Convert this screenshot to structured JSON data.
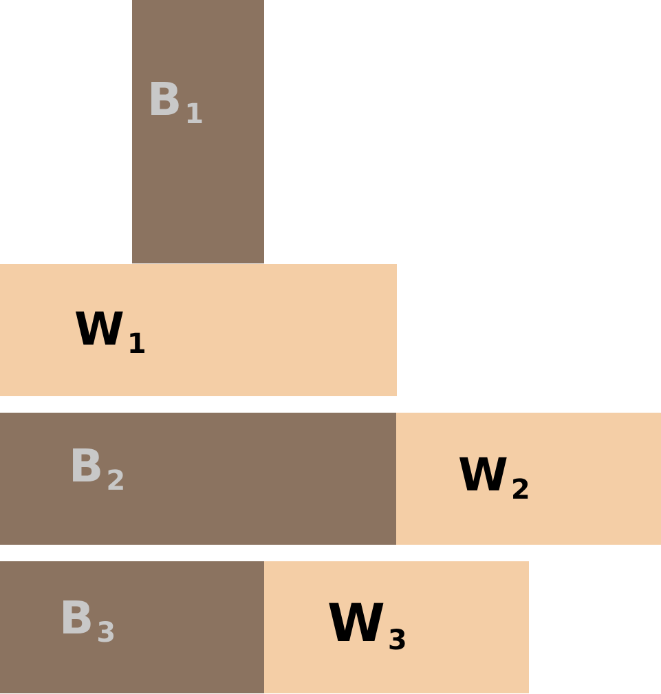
{
  "colors": {
    "brown": "#8b7360",
    "tan": "#f4cea6",
    "light_label": "#c8c8c8",
    "dark_label": "#000000"
  },
  "blocks": [
    {
      "name": "B1",
      "letter": "B",
      "sub": "1",
      "color": "brown"
    },
    {
      "name": "W1",
      "letter": "W",
      "sub": "1",
      "color": "tan"
    },
    {
      "name": "B2",
      "letter": "B",
      "sub": "2",
      "color": "brown"
    },
    {
      "name": "W2",
      "letter": "W",
      "sub": "2",
      "color": "tan"
    },
    {
      "name": "B3",
      "letter": "B",
      "sub": "3",
      "color": "brown"
    },
    {
      "name": "W3",
      "letter": "W",
      "sub": "3",
      "color": "tan"
    }
  ]
}
